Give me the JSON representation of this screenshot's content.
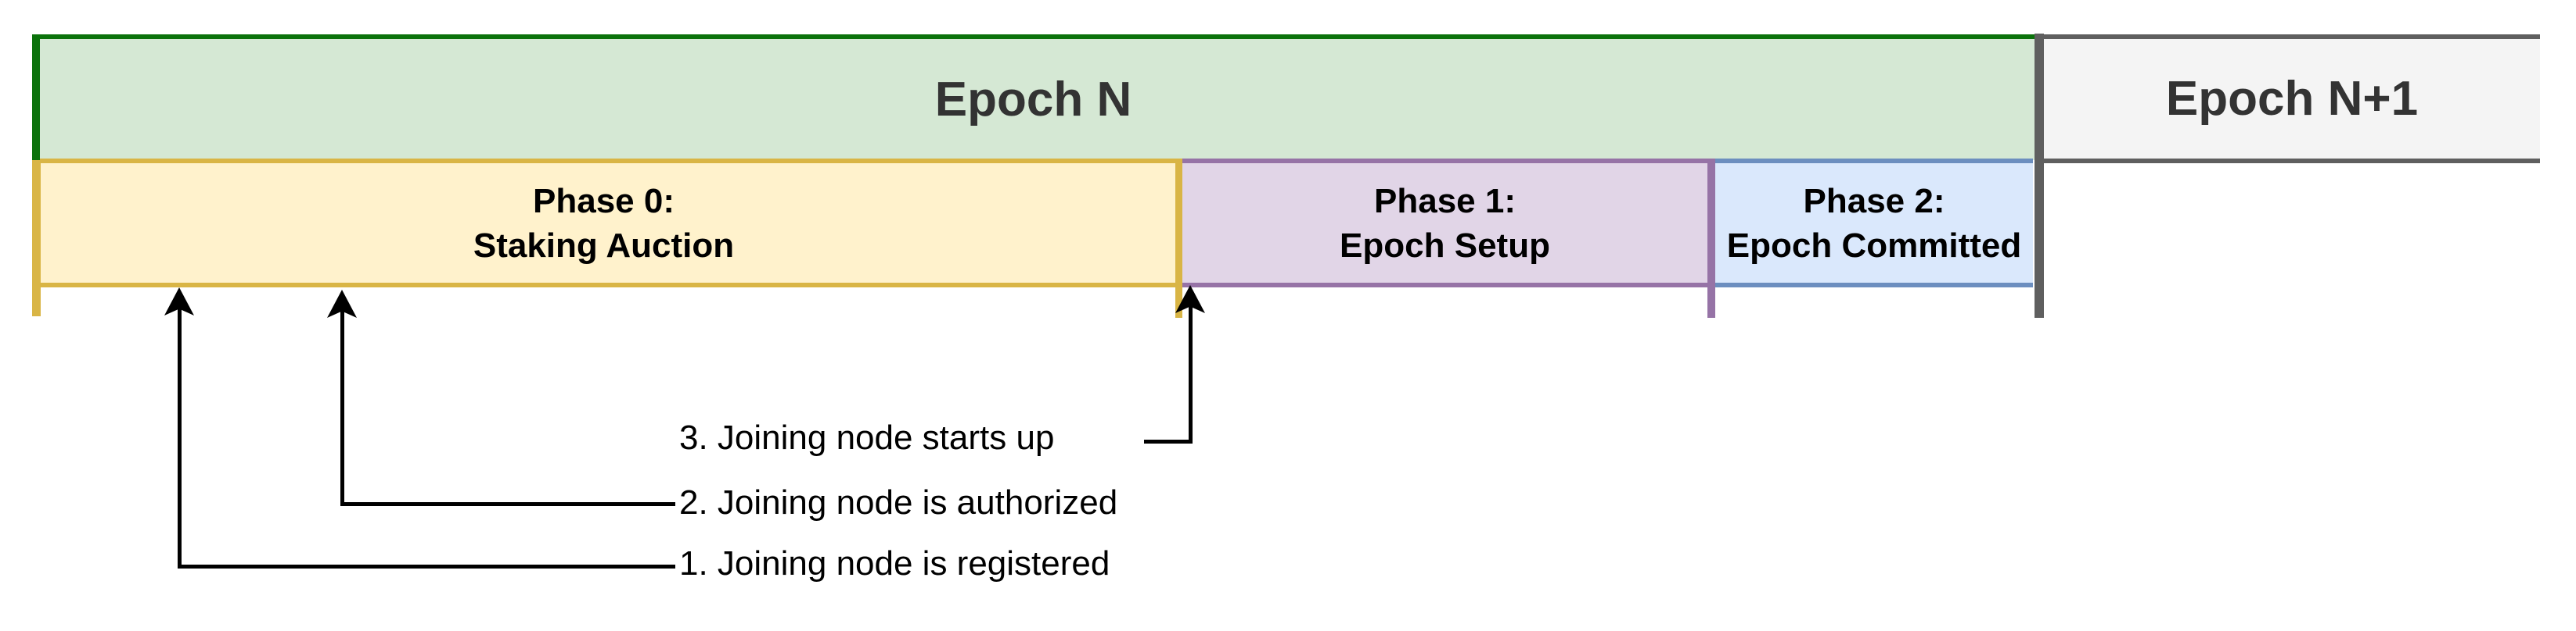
{
  "diagram": {
    "epochs": [
      {
        "label": "Epoch N"
      },
      {
        "label": "Epoch N+1"
      }
    ],
    "phases": [
      {
        "line1": "Phase 0:",
        "line2": "Staking Auction"
      },
      {
        "line1": "Phase 1:",
        "line2": "Epoch Setup"
      },
      {
        "line1": "Phase 2:",
        "line2": "Epoch Committed"
      }
    ],
    "annotations": [
      {
        "label": "1. Joining node is registered"
      },
      {
        "label": "2. Joining node is authorized"
      },
      {
        "label": "3. Joining node starts up"
      }
    ],
    "colors": {
      "epoch_n_fill": "#d5e8d4",
      "epoch_n_border": "#0b720b",
      "phase0_fill": "#fff2cc",
      "phase0_border": "#d9b545",
      "phase1_fill": "#e1d5e7",
      "phase1_border": "#9673a6",
      "phase2_fill": "#dae8fc",
      "phase2_border": "#6c8ebf",
      "epoch_n1_fill": "#f4f4f4",
      "epoch_n1_border": "#5f5f5f",
      "arrow_color": "#000000"
    }
  }
}
